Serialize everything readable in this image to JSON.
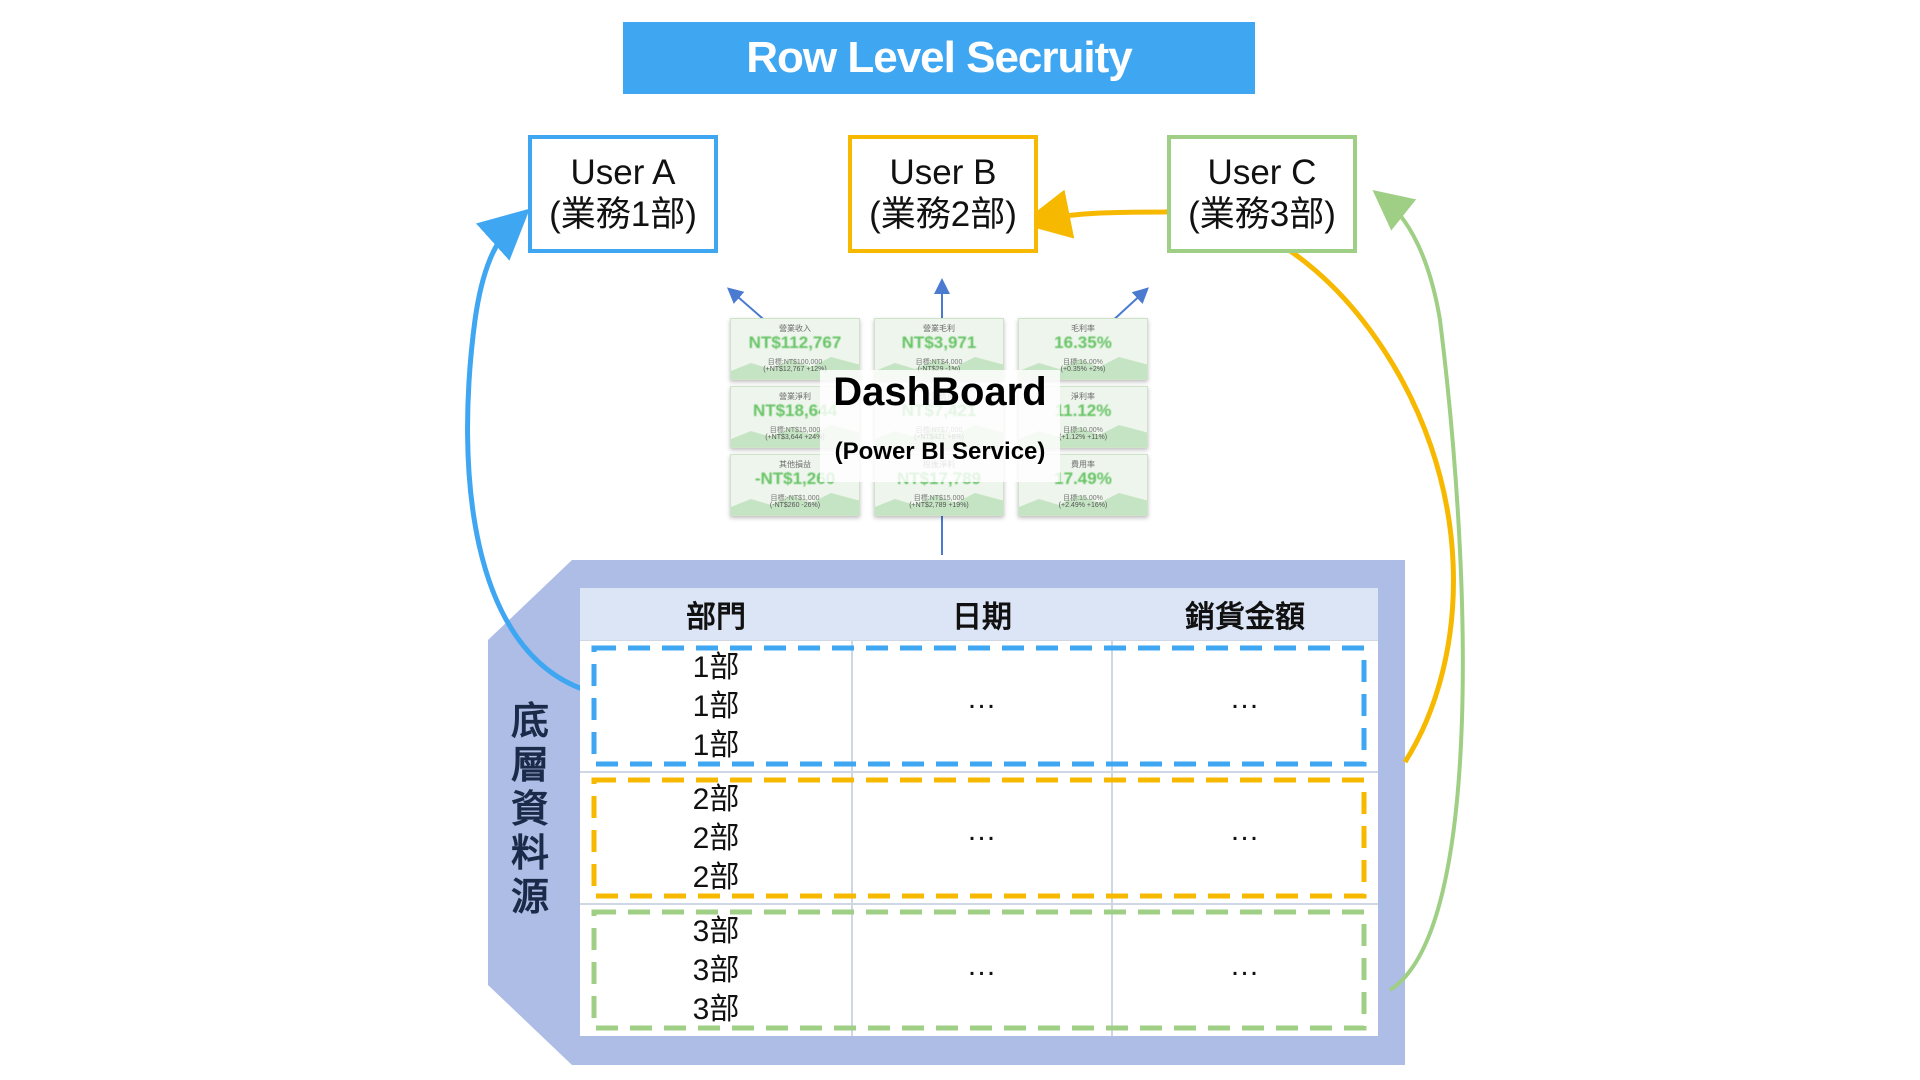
{
  "title": "Row Level Secruity",
  "users": [
    {
      "name": "User A",
      "dept": "(業務1部)",
      "color": "#3fa6f2"
    },
    {
      "name": "User B",
      "dept": "(業務2部)",
      "color": "#f7b900"
    },
    {
      "name": "User C",
      "dept": "(業務3部)",
      "color": "#9fcf84"
    }
  ],
  "dashboard": {
    "title": "DashBoard",
    "subtitle": "(Power BI Service)",
    "tiles": [
      {
        "label": "營業收入",
        "value": "NT$112,767",
        "sub": "目標:NT$100,000",
        "sub2": "(+NT$12,767 +12%)"
      },
      {
        "label": "營業毛利",
        "value": "NT$3,971",
        "sub": "目標:NT$4,000",
        "sub2": "(-NT$29 -1%)"
      },
      {
        "label": "毛利率",
        "value": "16.35%",
        "sub": "目標:16.00%",
        "sub2": "(+0.35% +2%)"
      },
      {
        "label": "營業淨利",
        "value": "NT$18,644",
        "sub": "目標:NT$15,000",
        "sub2": "(+NT$3,644 +24%)"
      },
      {
        "label": "營業費用",
        "value": "NT$7,421",
        "sub": "目標:NT$7,000",
        "sub2": "(+NT$421 +6%)"
      },
      {
        "label": "淨利率",
        "value": "11.12%",
        "sub": "目標:10.00%",
        "sub2": "(+1.12% +11%)"
      },
      {
        "label": "其他損益",
        "value": "-NT$1,260",
        "sub": "目標:-NT$1,000",
        "sub2": "(-NT$260 -26%)"
      },
      {
        "label": "稅後淨利",
        "value": "NT$17,789",
        "sub": "目標:NT$15,000",
        "sub2": "(+NT$2,789 +19%)"
      },
      {
        "label": "費用率",
        "value": "17.49%",
        "sub": "目標:15.00%",
        "sub2": "(+2.49% +16%)"
      }
    ]
  },
  "source": {
    "label": "底層資料源",
    "label_chars": [
      "底",
      "層",
      "資",
      "料",
      "源"
    ],
    "headers": [
      "部門",
      "日期",
      "銷貨金額"
    ],
    "groups": [
      {
        "depts": [
          "1部",
          "1部",
          "1部"
        ],
        "date": "…",
        "amount": "…",
        "color": "#3fa6f2"
      },
      {
        "depts": [
          "2部",
          "2部",
          "2部"
        ],
        "date": "…",
        "amount": "…",
        "color": "#f7b900"
      },
      {
        "depts": [
          "3部",
          "3部",
          "3部"
        ],
        "date": "…",
        "amount": "…",
        "color": "#9fcf84"
      }
    ]
  },
  "colors": {
    "panel": "#aebde6",
    "header_bg": "#dbe5f5",
    "arrow_dashboard": "#4a7bd0"
  }
}
